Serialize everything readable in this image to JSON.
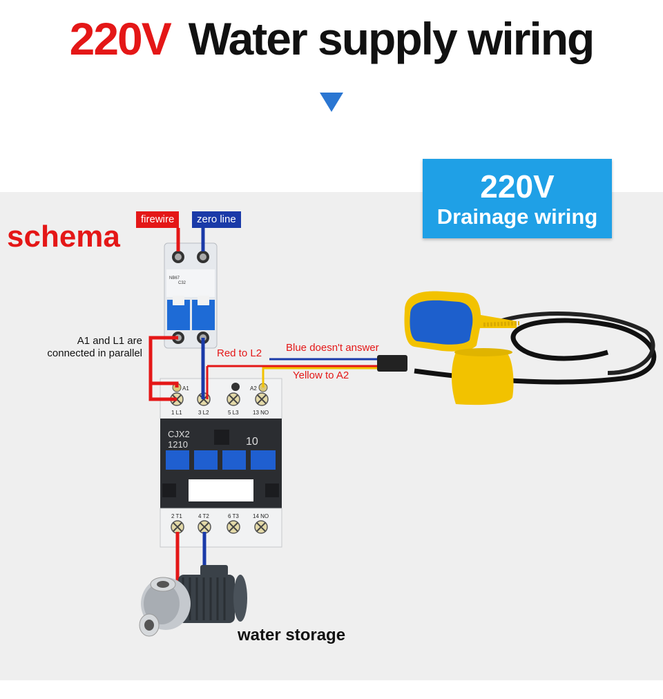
{
  "title": {
    "voltage": "220V",
    "main": "Water supply wiring"
  },
  "drainage_box": {
    "line1": "220V",
    "line2": "Drainage wiring"
  },
  "schema_label": "schema",
  "tags": {
    "firewire": "firewire",
    "zero_line": "zero line"
  },
  "annotations": {
    "parallel": "A1 and L1 are connected in parallel",
    "red_to_l2": "Red to L2",
    "blue": "Blue doesn't answer",
    "yellow": "Yellow to A2",
    "water": "water storage"
  },
  "breaker": {
    "brand": "NB67",
    "rating": "C32"
  },
  "contactor": {
    "model": "CJX2",
    "number": "1210",
    "contact": "10",
    "coil_left": "A1",
    "coil_right": "A2",
    "top_terminals": [
      "1 L1",
      "3 L2",
      "5 L3",
      "13 NO"
    ],
    "bottom_terminals": [
      "2 T1",
      "4 T2",
      "6 T3",
      "14 NO"
    ]
  },
  "colors": {
    "live": "#e41717",
    "neutral": "#1a3aa8",
    "signal": "#f2c200",
    "accent": "#1fa0e6"
  }
}
